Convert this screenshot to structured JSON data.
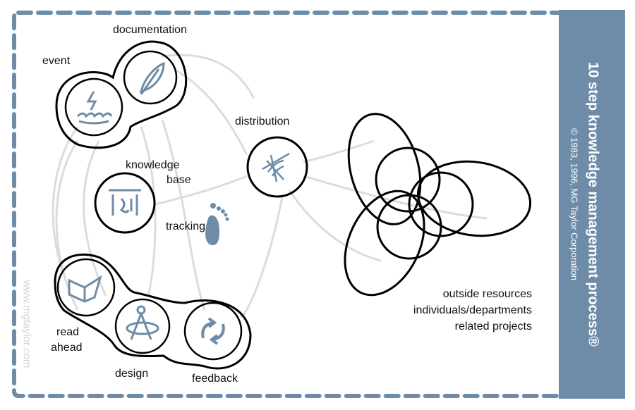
{
  "sidebar": {
    "title": "10 step knowledge management process®",
    "copyright": "© 1983, 1996, MG Taylor Corporation"
  },
  "watermark": "www.mgtaylor.com",
  "labels": {
    "documentation": "documentation",
    "event": "event",
    "distribution": "distribution",
    "knowledge_base_1": "knowledge",
    "knowledge_base_2": "base",
    "tracking": "tracking",
    "read_ahead_1": "read",
    "read_ahead_2": "ahead",
    "design": "design",
    "feedback": "feedback",
    "outside": [
      "outside resources",
      "individuals/departments",
      "related projects"
    ]
  },
  "colors": {
    "accent": "#6e8ca8",
    "arrow": "#dcdcdc",
    "stroke": "#000000"
  }
}
